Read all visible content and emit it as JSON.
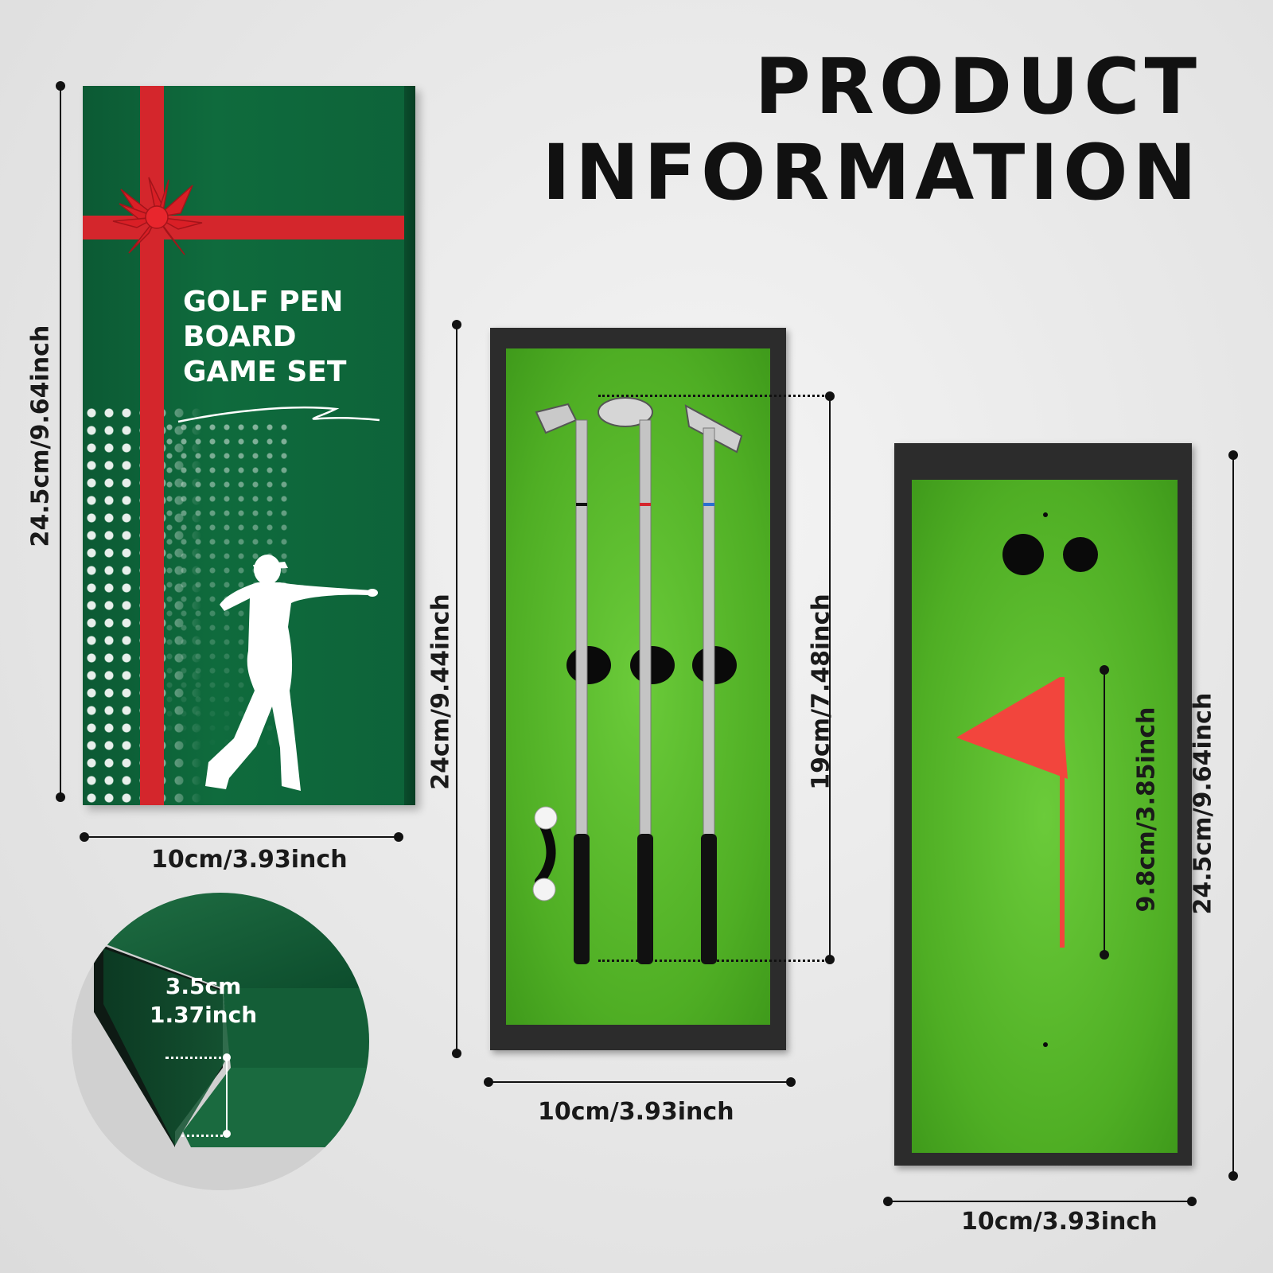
{
  "headline": {
    "line1": "PRODUCT",
    "line2": "INFORMATION"
  },
  "gift_box": {
    "title_line1": "GOLF PEN",
    "title_line2": "BOARD",
    "title_line3": "GAME SET",
    "height_label": "24.5cm/9.64inch",
    "width_label": "10cm/3.93inch"
  },
  "pen_box": {
    "height_label": "24cm/9.44inch",
    "pen_length_label": "19cm/7.48inch",
    "width_label": "10cm/3.93inch"
  },
  "flag_box": {
    "height_label": "24.5cm/9.64inch",
    "flag_height_label": "9.8cm/3.85inch",
    "width_label": "10cm/3.93inch"
  },
  "corner_detail": {
    "depth_cm": "3.5cm",
    "depth_inch": "1.37inch"
  },
  "colors": {
    "box_green": "#0f6b3d",
    "ribbon_red": "#d4262c",
    "felt_green": "#4fae24",
    "flag_red": "#f2453d",
    "tray_black": "#2c2c2c"
  }
}
